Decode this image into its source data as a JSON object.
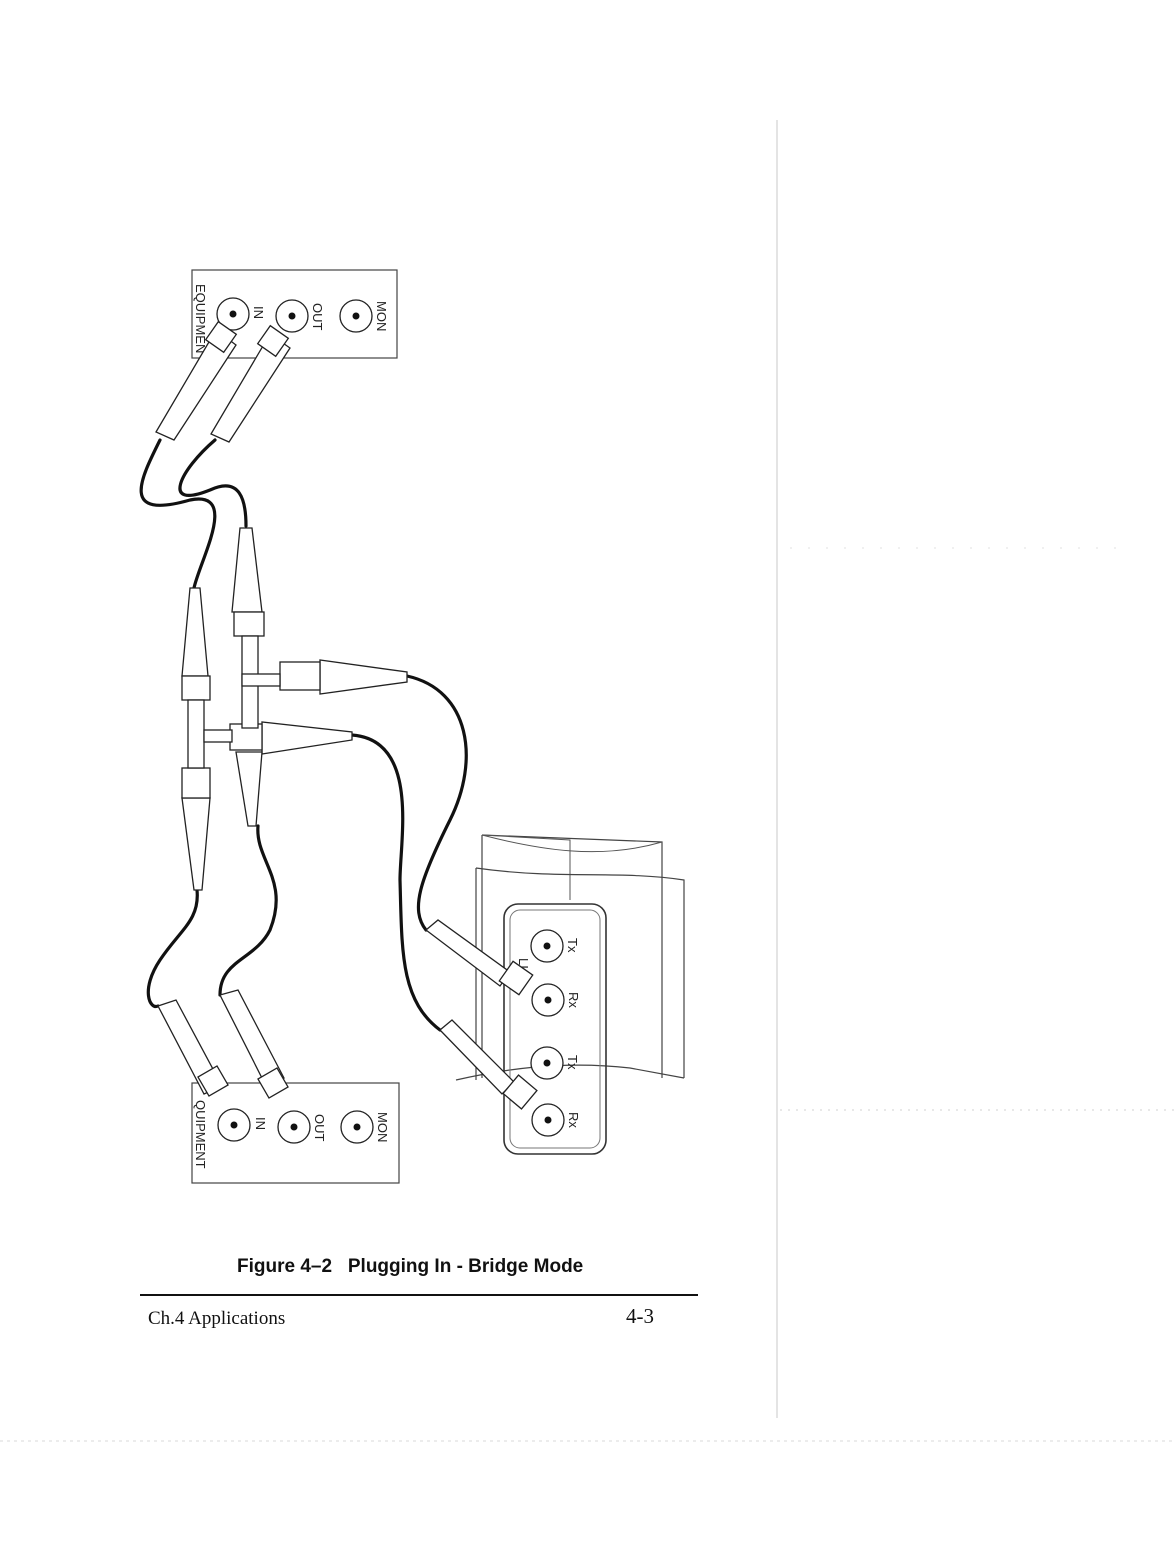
{
  "figure": {
    "caption": "Figure 4–2   Plugging In - Bridge Mode",
    "top_panel": {
      "title": "EQUIPMEN",
      "jacks": [
        "IN",
        "OUT",
        "MON"
      ]
    },
    "bottom_panel": {
      "title": "QUIPMENT",
      "jacks": [
        "IN",
        "OUT",
        "MON"
      ]
    },
    "test_set": {
      "section_label": "LI",
      "jacks": [
        "Tx",
        "Rx",
        "Tx",
        "Rx"
      ]
    }
  },
  "footer": {
    "left": "Ch.4  Applications",
    "right": "4-3"
  }
}
